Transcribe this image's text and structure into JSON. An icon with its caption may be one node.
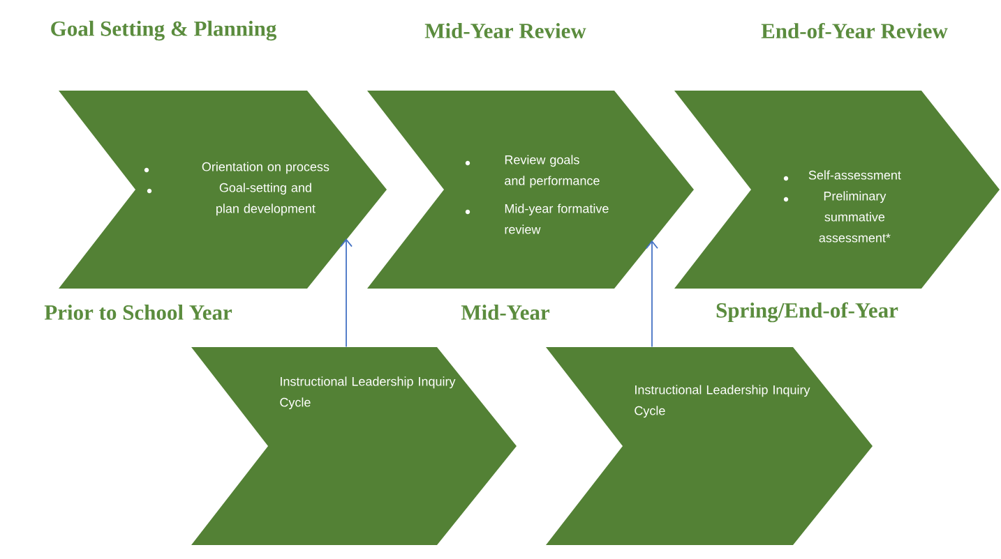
{
  "diagram": {
    "nodes": [
      {
        "text": [
          "Orientation on process",
          "Goal-setting and plan development"
        ]
      },
      {
        "text": [
          "Review goals and performance",
          "Mid-year formative review"
        ]
      },
      {
        "text": [
          "Self-assessment",
          "Preliminary summative assessment*"
        ]
      },
      {
        "text": [
          "Instructional Leadership Inquiry Cycle"
        ]
      },
      {
        "text": [
          "Instructional Leadership Inquiry Cycle"
        ]
      }
    ],
    "edges": [
      {
        "from": 3,
        "to": 0,
        "arrow": "to"
      },
      {
        "from": 4,
        "to": 1,
        "arrow": "to"
      }
    ],
    "labels": [
      "Goal Setting & Planning",
      "Mid-Year Review",
      "End-of-Year Review",
      "Prior to School Year",
      "Mid-Year",
      "Spring/End-of-Year"
    ]
  }
}
